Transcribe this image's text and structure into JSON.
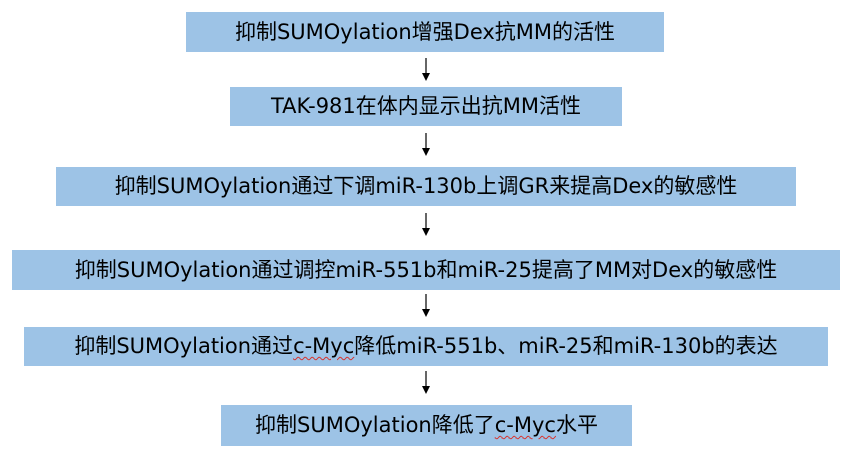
{
  "flowchart": {
    "steps": [
      {
        "text": "抑制SUMOylation增强Dex抗MM的活性"
      },
      {
        "text": "TAK-981在体内显示出抗MM活性"
      },
      {
        "text": "抑制SUMOylation通过下调miR-130b上调GR来提高Dex的敏感性"
      },
      {
        "text": "抑制SUMOylation通过调控miR-551b和miR-25提高了MM对Dex的敏感性"
      },
      {
        "pre": "抑制SUMOylation通过",
        "mark": "c-Myc",
        "post": "降低miR-551b、miR-25和miR-130b的表达"
      },
      {
        "pre": "抑制SUMOylation降低了",
        "mark": "c-Myc",
        "post": "水平"
      }
    ],
    "colors": {
      "box_fill": "#9dc3e6",
      "text": "#000000",
      "arrow": "#000000",
      "spellcheck_underline": "#d9312b"
    },
    "icons": {
      "connector": "down-arrow-icon"
    }
  }
}
